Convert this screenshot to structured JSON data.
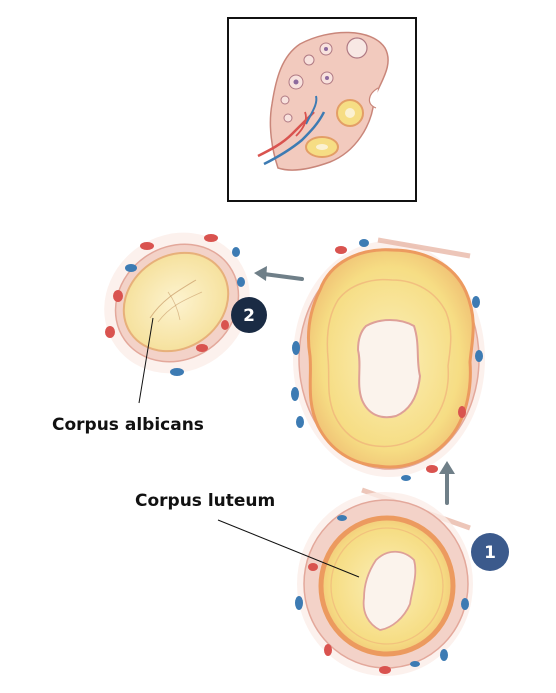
{
  "labels": {
    "corpus_albicans": "Corpus albicans",
    "corpus_luteum": "Corpus luteum"
  },
  "steps": {
    "step1": "1",
    "step2": "2"
  },
  "colors": {
    "badge_dark": "#1a2b44",
    "badge_blue": "#3b5a8c",
    "arrow": "#6f7f88",
    "tissue_pink": "#f0c8c0",
    "luteal_yellow": "#f6dd84",
    "luteal_rim": "#e9a36b",
    "vessel_red": "#d9534f",
    "vessel_blue": "#3d7bb3"
  },
  "icons": {
    "inset": "ovary-overview-icon",
    "arrow": "arrow-icon"
  }
}
